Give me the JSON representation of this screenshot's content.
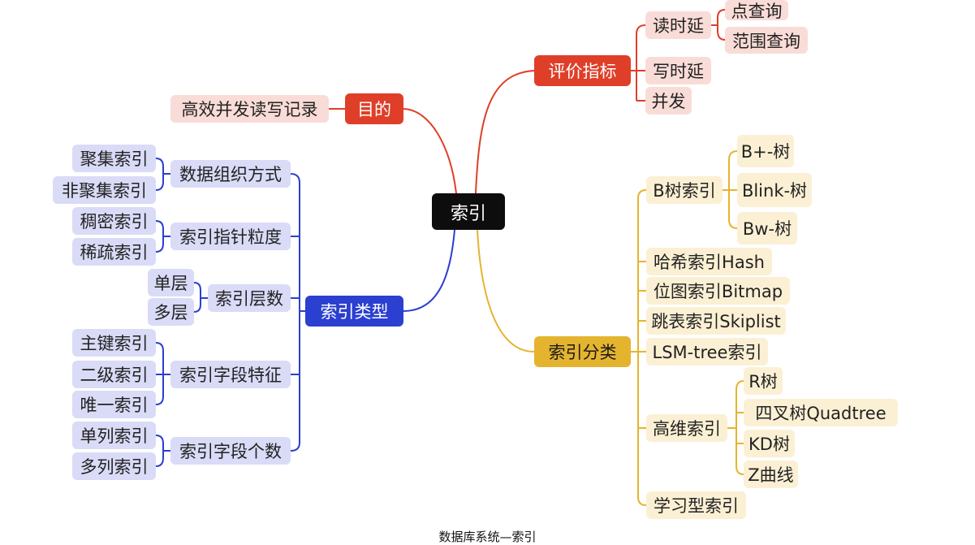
{
  "root": "索引",
  "purpose": {
    "label": "目的",
    "child": "高效并发读写记录"
  },
  "metrics": {
    "label": "评价指标",
    "read_latency": "读时延",
    "point_query": "点查询",
    "range_query": "范围查询",
    "write_latency": "写时延",
    "concurrency": "并发"
  },
  "types": {
    "label": "索引类型",
    "organization": {
      "label": "数据组织方式",
      "children": [
        "聚集索引",
        "非聚集索引"
      ]
    },
    "granularity": {
      "label": "索引指针粒度",
      "children": [
        "稠密索引",
        "稀疏索引"
      ]
    },
    "levels": {
      "label": "索引层数",
      "children": [
        "单层",
        "多层"
      ]
    },
    "field_feature": {
      "label": "索引字段特征",
      "children": [
        "主键索引",
        "二级索引",
        "唯一索引"
      ]
    },
    "field_count": {
      "label": "索引字段个数",
      "children": [
        "单列索引",
        "多列索引"
      ]
    }
  },
  "classes": {
    "label": "索引分类",
    "btree": {
      "label": "B树索引",
      "children": [
        "B+-树",
        "Blink-树",
        "Bw-树"
      ]
    },
    "hash": "哈希索引Hash",
    "bitmap": "位图索引Bitmap",
    "skiplist": "跳表索引Skiplist",
    "lsm": "LSM-tree索引",
    "highdim": {
      "label": "高维索引",
      "children": [
        "R树",
        "四叉树Quadtree",
        "KD树",
        "Z曲线"
      ]
    },
    "learned": "学习型索引"
  },
  "caption": "数据库系统—索引",
  "colors": {
    "red": "#df3f28",
    "blue": "#2b3fd0",
    "yellow": "#e5b42f",
    "red_leaf": "#f9dcd7",
    "blue_leaf": "#d9dbf7",
    "yellow_leaf": "#fbf0d4"
  }
}
